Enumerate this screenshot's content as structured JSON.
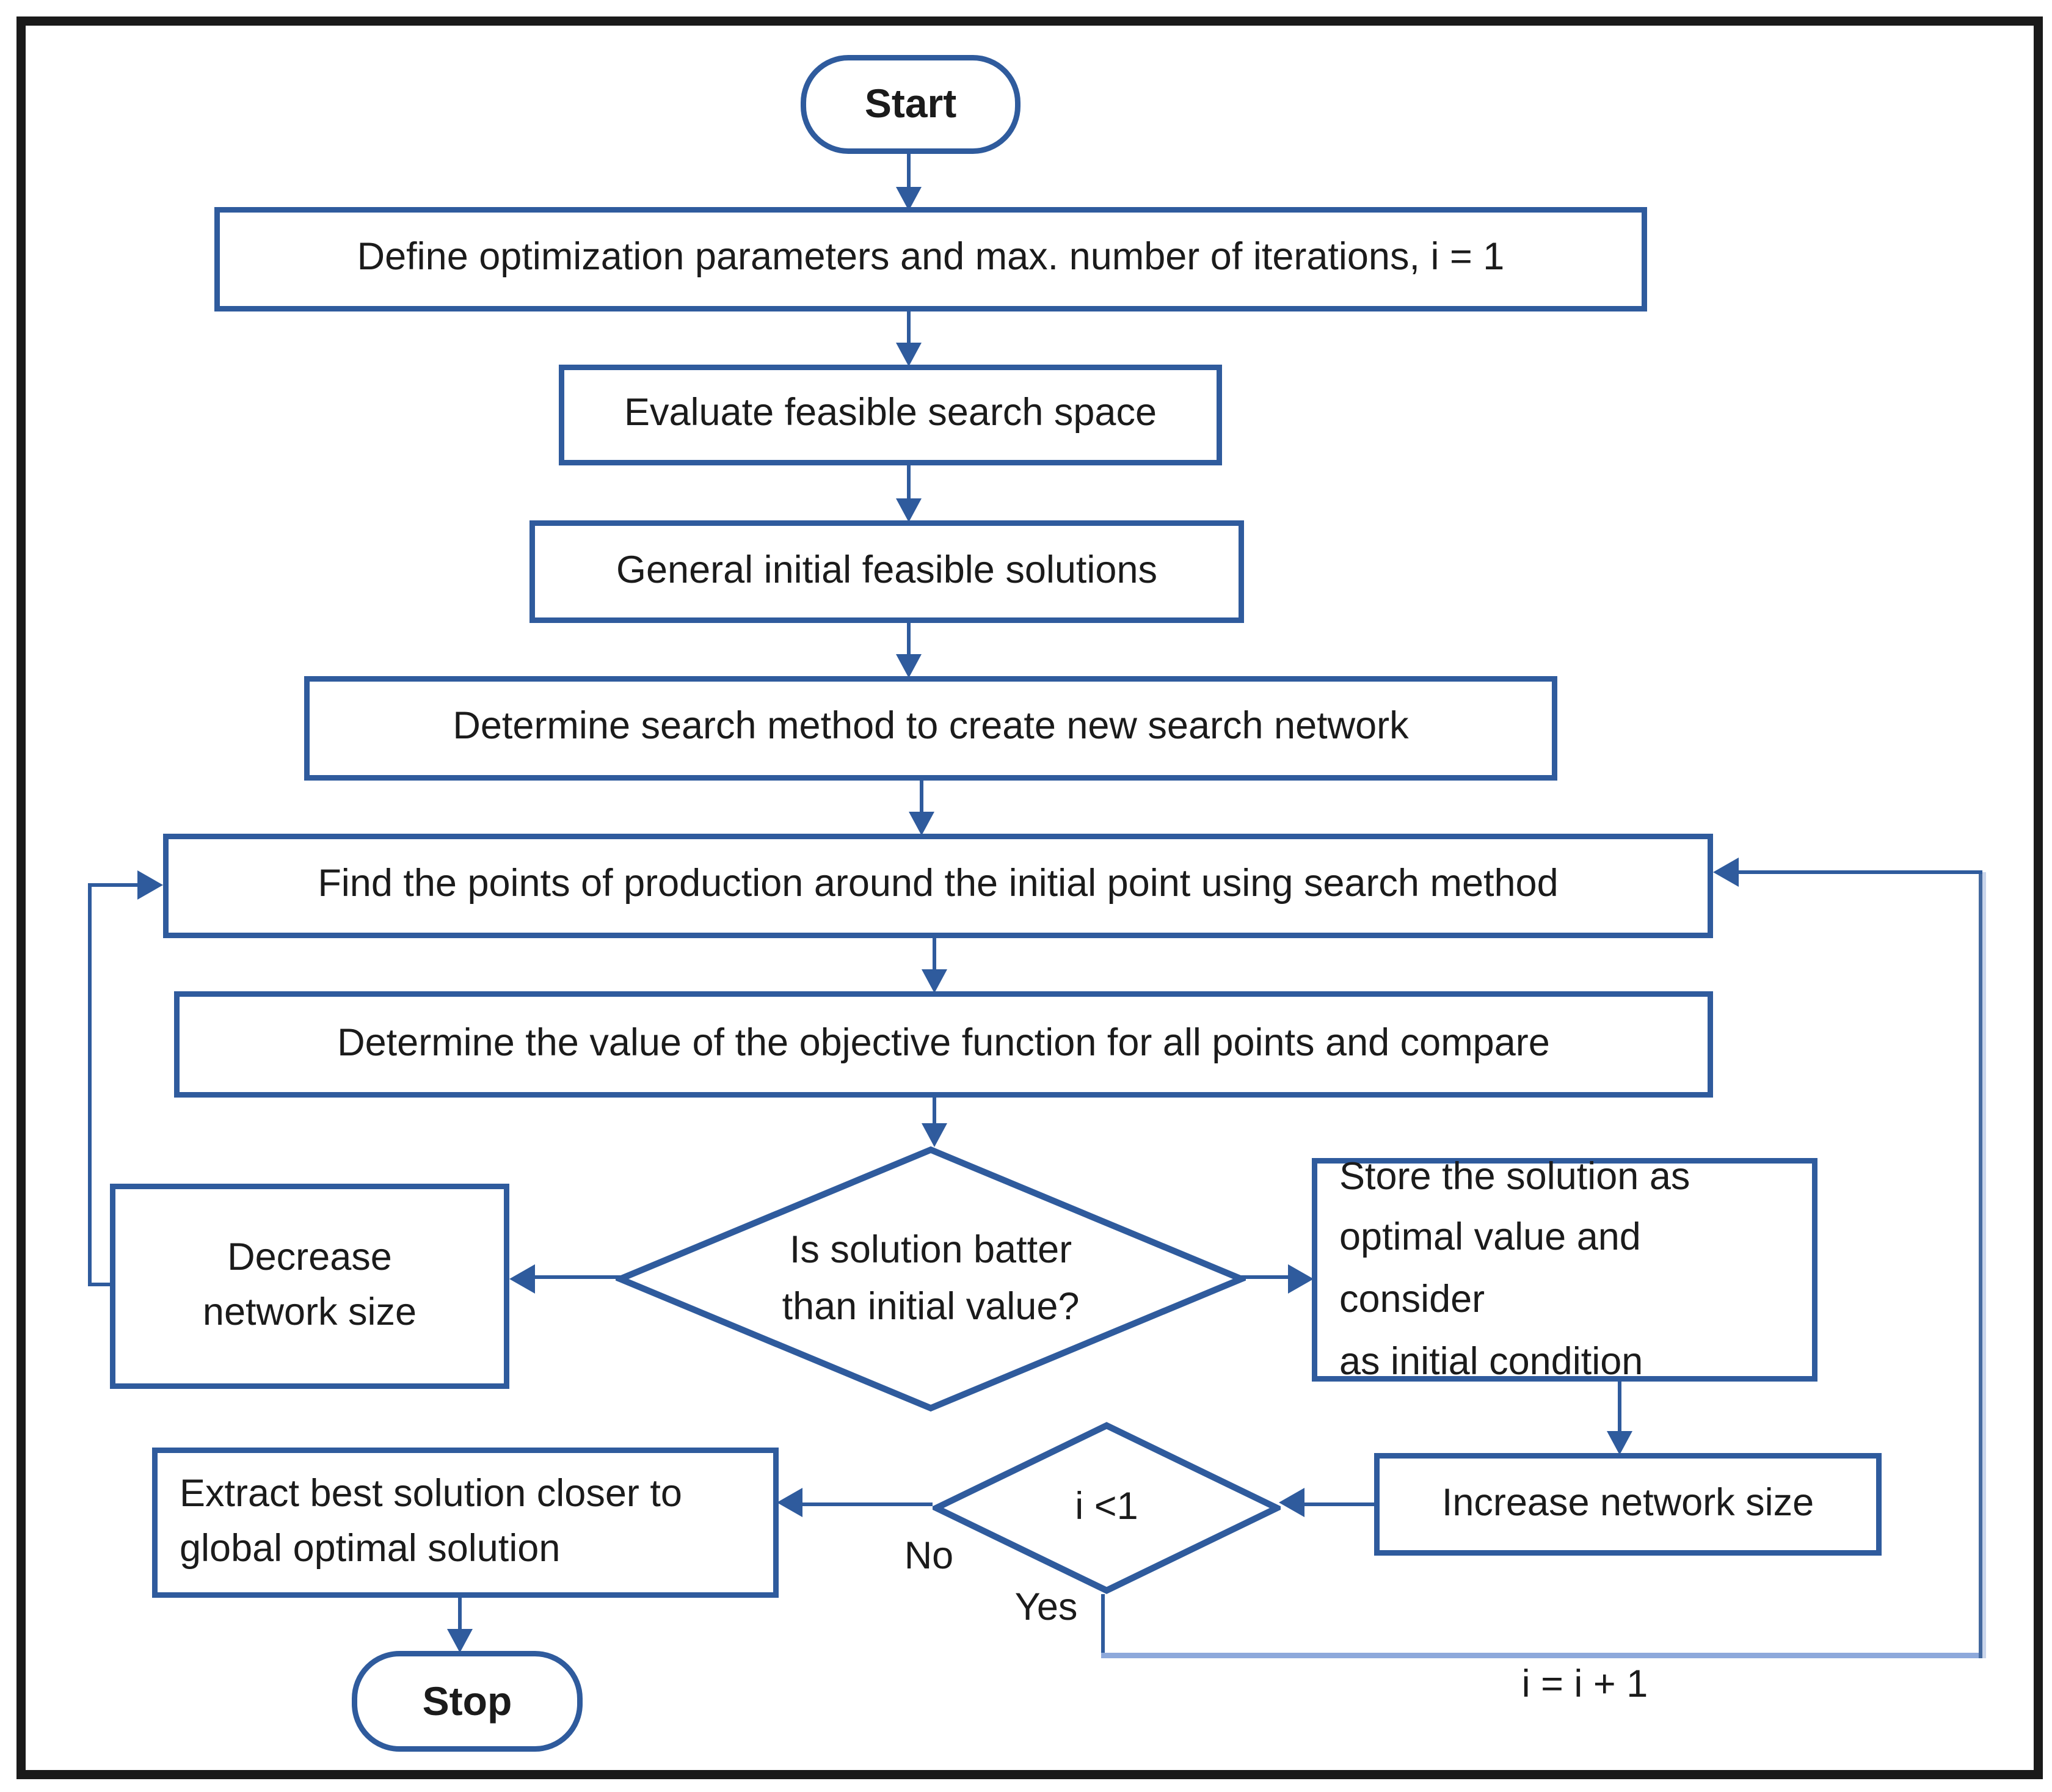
{
  "diagram": {
    "type": "flowchart",
    "nodes": {
      "start": {
        "label": "Start",
        "shape": "terminator"
      },
      "define": {
        "label": "Define optimization parameters and max. number of iterations, i = 1",
        "shape": "process"
      },
      "evaluate": {
        "label": "Evaluate feasible search space",
        "shape": "process"
      },
      "generate": {
        "label": "General initial feasible solutions",
        "shape": "process"
      },
      "method": {
        "label": "Determine search method to create new search network",
        "shape": "process"
      },
      "find": {
        "label": "Find the points of production around the initial point using search method",
        "shape": "process"
      },
      "objective": {
        "label": "Determine the value of the objective function for all points and compare",
        "shape": "process"
      },
      "better": {
        "label": "Is solution batter\nthan initial value?",
        "shape": "decision"
      },
      "decrease": {
        "label": "Decrease\nnetwork size",
        "shape": "process"
      },
      "store": {
        "label": "Store the solution as\noptimal value and consider\nas initial condition",
        "shape": "process"
      },
      "increase": {
        "label": "Increase network size",
        "shape": "process"
      },
      "iter": {
        "label": "i <1",
        "shape": "decision"
      },
      "extract": {
        "label": "Extract best solution closer to\nglobal optimal solution",
        "shape": "process"
      },
      "stop": {
        "label": "Stop",
        "shape": "terminator"
      }
    },
    "edge_labels": {
      "yes": "Yes",
      "no": "No",
      "increment": "i = i + 1"
    },
    "colors": {
      "node_border": "#2f5b9d",
      "connector": "#2f5b9d",
      "connector_light": "#8ea9db",
      "text": "#1b1b1b",
      "frame": "#1a1a1a",
      "background": "#ffffff"
    }
  }
}
